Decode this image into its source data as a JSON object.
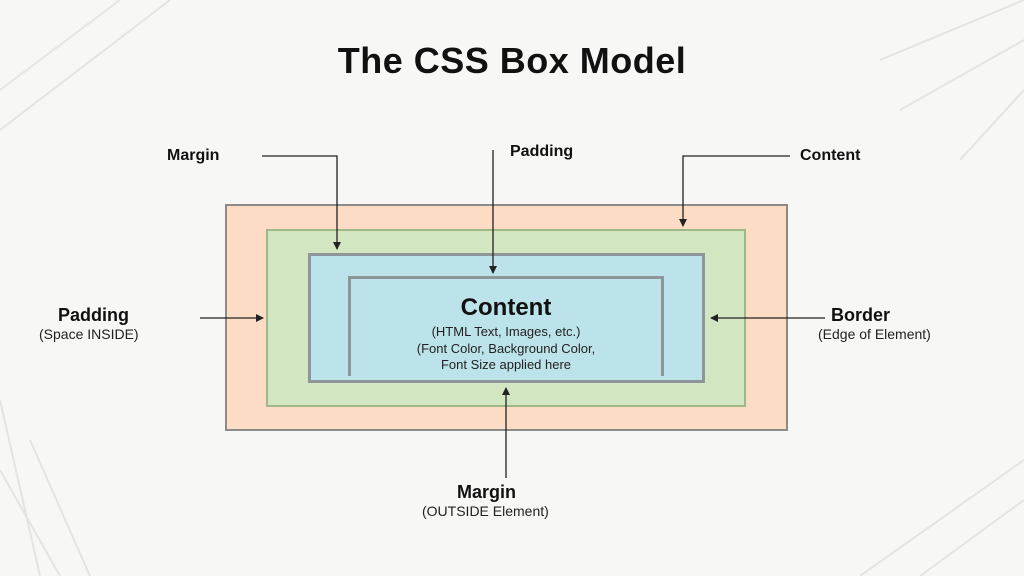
{
  "title": "The CSS Box Model",
  "colors": {
    "margin_fill": "#fcdcc4",
    "border_fill": "#d3e6c2",
    "padding_fill": "#bde3ea",
    "arrow": "#222222"
  },
  "center": {
    "title": "Content",
    "lines": [
      "(HTML Text, Images, etc.)",
      "(Font Color, Background Color,",
      "Font Size applied here"
    ]
  },
  "labels": {
    "margin_top": "Margin",
    "padding_top": "Padding",
    "content_top": "Content",
    "padding_left": "Padding",
    "padding_left_sub": "(Space INSIDE)",
    "border_right": "Border",
    "border_right_sub": "(Edge of Element)",
    "margin_bottom": "Margin",
    "margin_bottom_sub": "(OUTSIDE Element)"
  }
}
